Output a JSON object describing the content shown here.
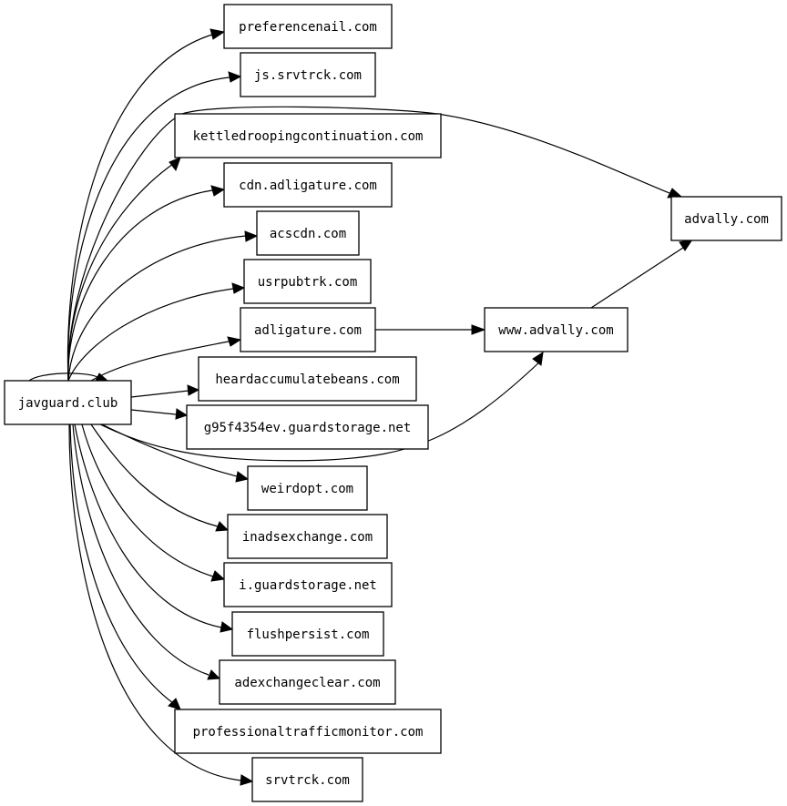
{
  "graph": {
    "nodes": [
      {
        "id": "javguard",
        "label": "javguard.club"
      },
      {
        "id": "preferencenail",
        "label": "preferencenail.com"
      },
      {
        "id": "jssrvtrck",
        "label": "js.srvtrck.com"
      },
      {
        "id": "kettle",
        "label": "kettledroopingcontinuation.com"
      },
      {
        "id": "cdnadligature",
        "label": "cdn.adligature.com"
      },
      {
        "id": "acscdn",
        "label": "acscdn.com"
      },
      {
        "id": "usrpubtrk",
        "label": "usrpubtrk.com"
      },
      {
        "id": "adligature",
        "label": "adligature.com"
      },
      {
        "id": "heardaccumulate",
        "label": "heardaccumulatebeans.com"
      },
      {
        "id": "g95f",
        "label": "g95f4354ev.guardstorage.net"
      },
      {
        "id": "weirdopt",
        "label": "weirdopt.com"
      },
      {
        "id": "inadsexchange",
        "label": "inadsexchange.com"
      },
      {
        "id": "iguardstorage",
        "label": "i.guardstorage.net"
      },
      {
        "id": "flushpersist",
        "label": "flushpersist.com"
      },
      {
        "id": "adexchangeclear",
        "label": "adexchangeclear.com"
      },
      {
        "id": "professionaltraffic",
        "label": "professionaltrafficmonitor.com"
      },
      {
        "id": "srvtrck",
        "label": "srvtrck.com"
      },
      {
        "id": "wwwadvally",
        "label": "www.advally.com"
      },
      {
        "id": "advally",
        "label": "advally.com"
      }
    ],
    "edges": [
      {
        "from": "javguard",
        "to": "javguard"
      },
      {
        "from": "javguard",
        "to": "preferencenail"
      },
      {
        "from": "javguard",
        "to": "jssrvtrck"
      },
      {
        "from": "javguard",
        "to": "advally"
      },
      {
        "from": "javguard",
        "to": "kettle"
      },
      {
        "from": "javguard",
        "to": "cdnadligature"
      },
      {
        "from": "javguard",
        "to": "acscdn"
      },
      {
        "from": "javguard",
        "to": "usrpubtrk"
      },
      {
        "from": "javguard",
        "to": "adligature"
      },
      {
        "from": "javguard",
        "to": "heardaccumulate"
      },
      {
        "from": "javguard",
        "to": "g95f"
      },
      {
        "from": "javguard",
        "to": "wwwadvally"
      },
      {
        "from": "javguard",
        "to": "weirdopt"
      },
      {
        "from": "javguard",
        "to": "inadsexchange"
      },
      {
        "from": "javguard",
        "to": "iguardstorage"
      },
      {
        "from": "javguard",
        "to": "flushpersist"
      },
      {
        "from": "javguard",
        "to": "adexchangeclear"
      },
      {
        "from": "javguard",
        "to": "professionaltraffic"
      },
      {
        "from": "javguard",
        "to": "srvtrck"
      },
      {
        "from": "adligature",
        "to": "wwwadvally"
      },
      {
        "from": "wwwadvally",
        "to": "advally"
      }
    ]
  }
}
